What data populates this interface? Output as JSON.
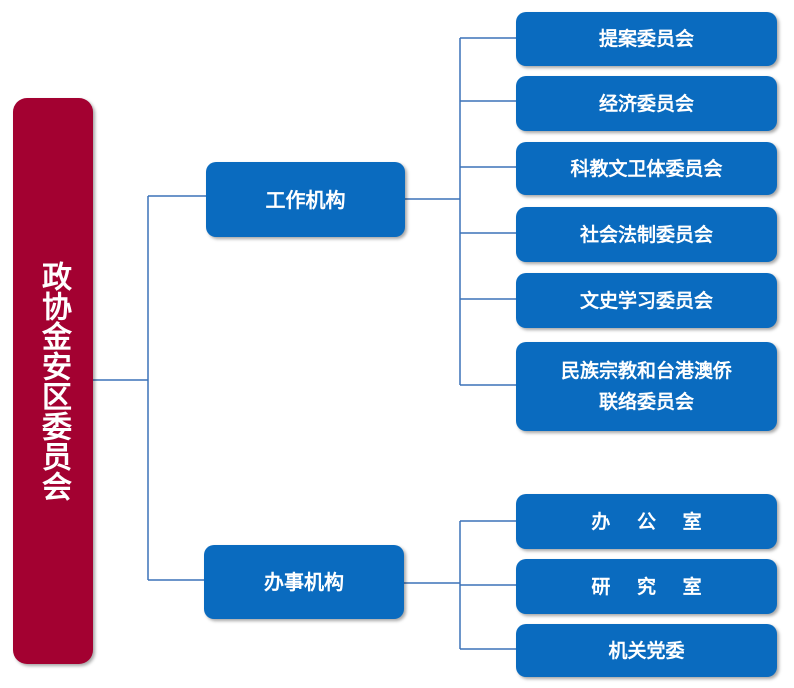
{
  "root": {
    "label": "政协金安区委员会"
  },
  "branches": [
    {
      "label": "工作机构",
      "children": [
        "提案委员会",
        "经济委员会",
        "科教文卫体委员会",
        "社会法制委员会",
        "文史学习委员会",
        "民族宗教和台港澳侨\n联络委员会"
      ]
    },
    {
      "label": "办事机构",
      "children": [
        "办 公 室",
        "研 究 室",
        "机关党委"
      ]
    }
  ],
  "colors": {
    "root": "#a30131",
    "node": "#0a6bbf",
    "line": "#3c72b8"
  }
}
